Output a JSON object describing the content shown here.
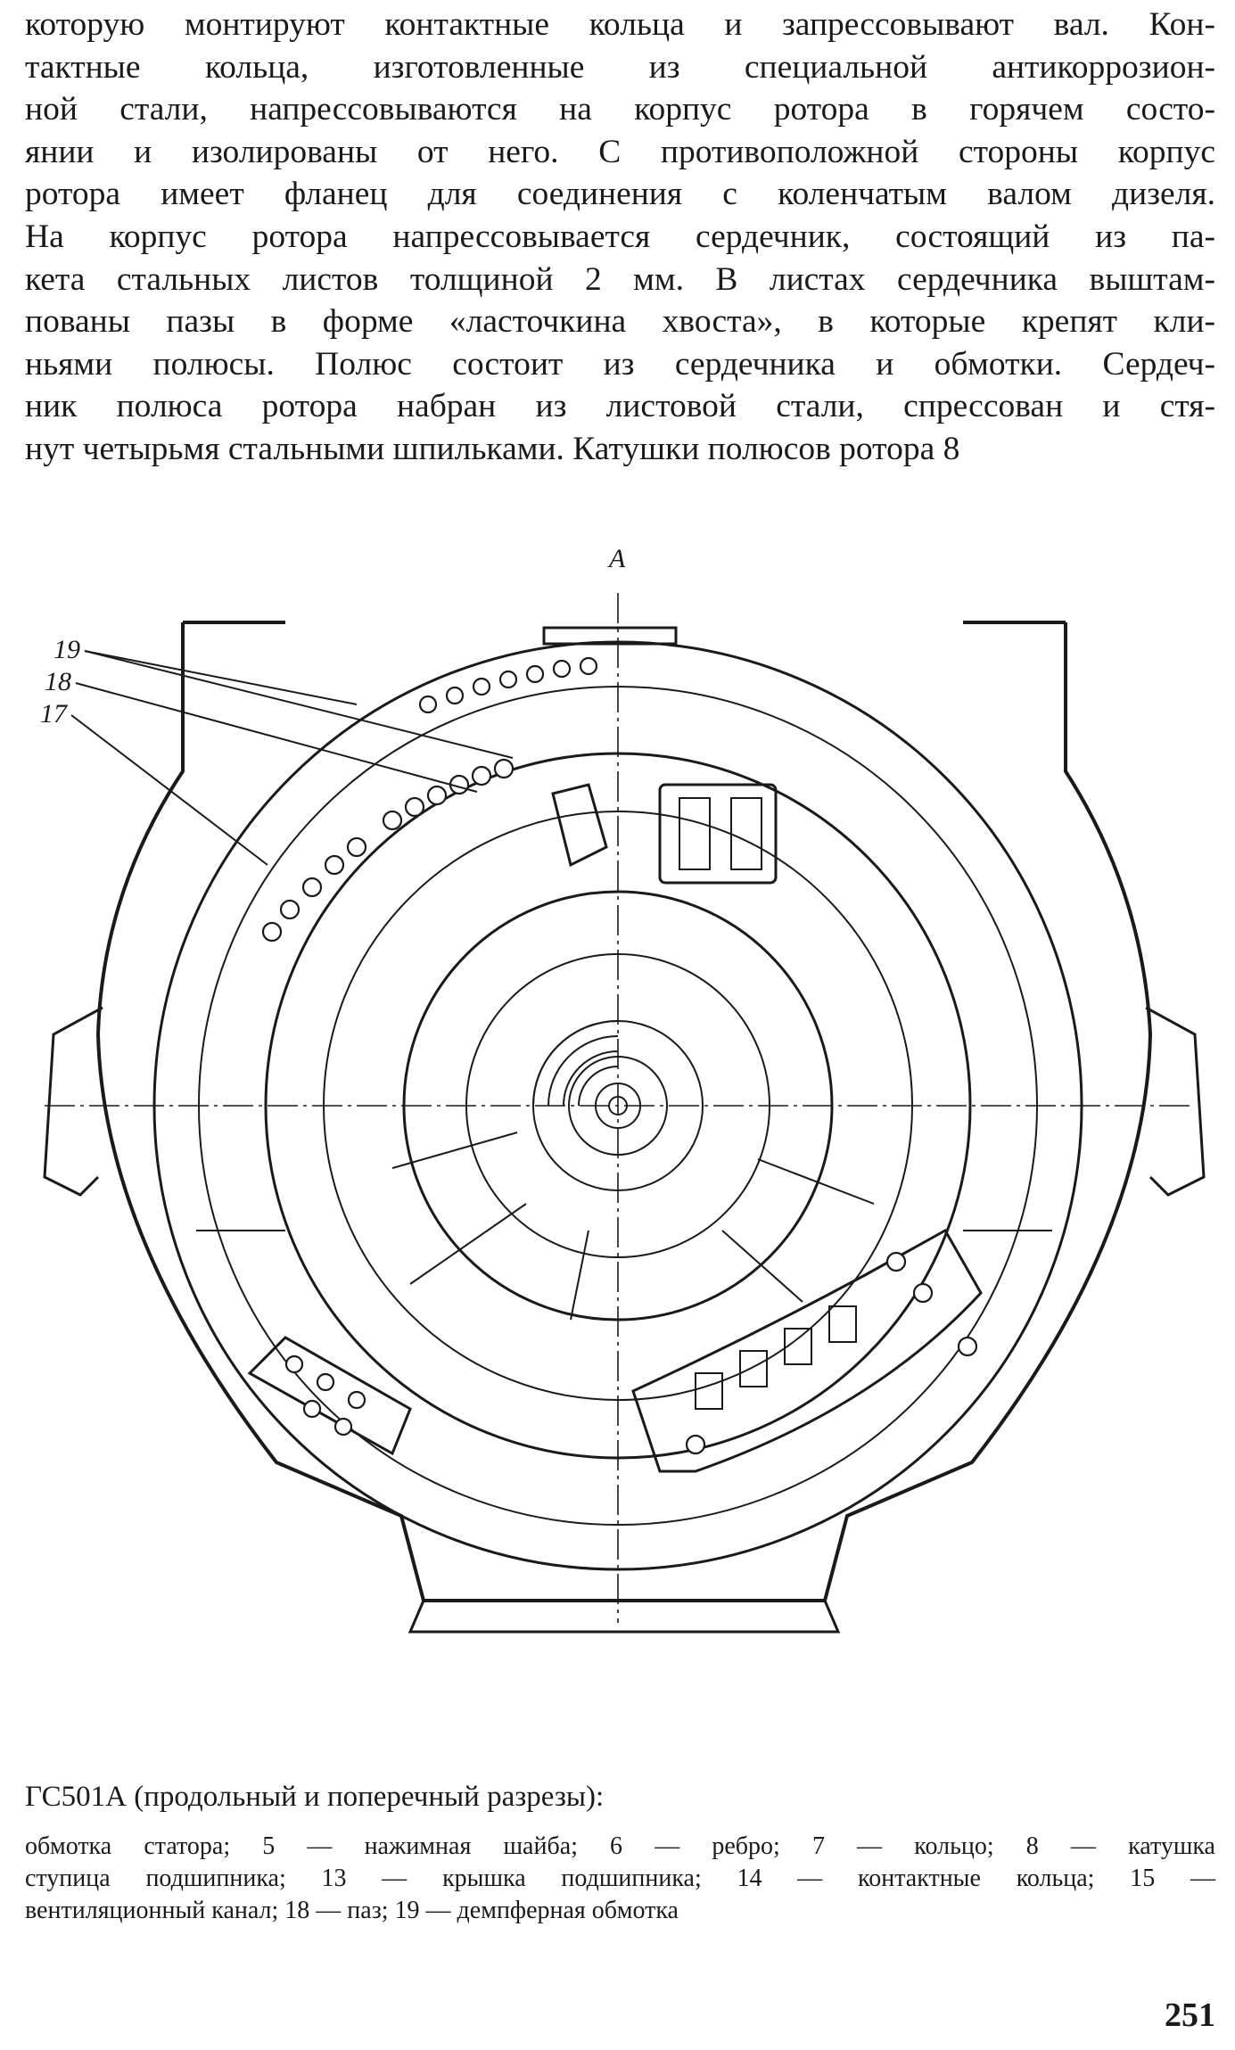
{
  "body_text": {
    "lines": [
      "которую монтируют контактные кольца и запрессовывают вал. Кон-",
      "тактные кольца, изготовленные из специальной антикоррозион-",
      "ной стали, напрессовываются на корпус ротора в горячем состо-",
      "янии и изолированы от него. С противоположной стороны корпус",
      "ротора имеет фланец для соединения с коленчатым валом дизеля.",
      "На корпус ротора напрессовывается сердечник, состоящий из па-",
      "кета стальных листов толщиной 2 мм. В листах сердечника выштам-",
      "пованы пазы в форме «ласточкина хвоста», в которые крепят кли-",
      "ньями полюсы. Полюс состоит из сердечника и обмотки. Сердеч-",
      "ник полюса ротора набран из листовой стали, спрессован и стя-",
      "нут четырьмя стальными шпильками. Катушки полюсов ротора 8"
    ]
  },
  "figure": {
    "section_label": "А",
    "callouts": [
      "19",
      "18",
      "17"
    ]
  },
  "caption": {
    "title": "ГС501А (продольный и  поперечный разрезы):",
    "legend_lines": [
      "обмотка статора; 5 — нажимная шайба; 6 — ребро; 7 — кольцо; 8 — катушка",
      "ступица подшипника; 13 — крышка подшипника; 14 — контактные кольца; 15 —",
      "вентиляционный канал; 18 — паз; 19 — демпферная обмотка"
    ]
  },
  "page_number": "251"
}
